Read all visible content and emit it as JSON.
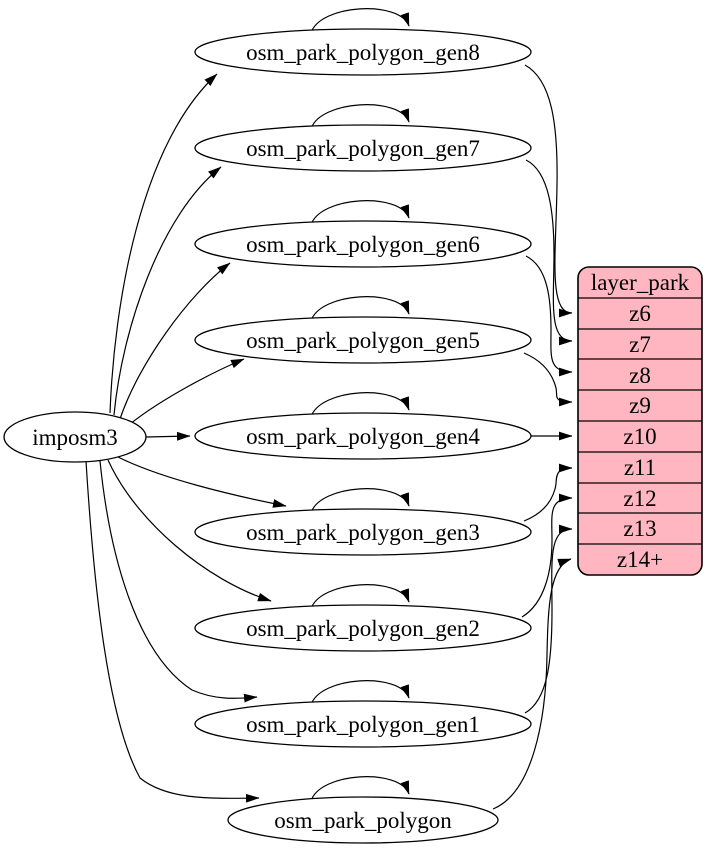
{
  "graph": {
    "source": {
      "label": "imposm3"
    },
    "tables": [
      {
        "label": "osm_park_polygon_gen8",
        "target_zoom": "z6"
      },
      {
        "label": "osm_park_polygon_gen7",
        "target_zoom": "z7"
      },
      {
        "label": "osm_park_polygon_gen6",
        "target_zoom": "z8"
      },
      {
        "label": "osm_park_polygon_gen5",
        "target_zoom": "z9"
      },
      {
        "label": "osm_park_polygon_gen4",
        "target_zoom": "z10"
      },
      {
        "label": "osm_park_polygon_gen3",
        "target_zoom": "z11"
      },
      {
        "label": "osm_park_polygon_gen2",
        "target_zoom": "z12"
      },
      {
        "label": "osm_park_polygon_gen1",
        "target_zoom": "z13"
      },
      {
        "label": "osm_park_polygon",
        "target_zoom": "z14+"
      }
    ],
    "layer": {
      "header": "layer_park",
      "rows": [
        "z6",
        "z7",
        "z8",
        "z9",
        "z10",
        "z11",
        "z12",
        "z13",
        "z14+"
      ],
      "fill": "#ffb6c1",
      "stroke": "#000000"
    },
    "edge_color": "#000000",
    "edges": [
      "imposm3->osm_park_polygon_gen8",
      "imposm3->osm_park_polygon_gen7",
      "imposm3->osm_park_polygon_gen6",
      "imposm3->osm_park_polygon_gen5",
      "imposm3->osm_park_polygon_gen4",
      "imposm3->osm_park_polygon_gen3",
      "imposm3->osm_park_polygon_gen2",
      "imposm3->osm_park_polygon_gen1",
      "imposm3->osm_park_polygon",
      "osm_park_polygon_gen8->osm_park_polygon_gen8",
      "osm_park_polygon_gen7->osm_park_polygon_gen7",
      "osm_park_polygon_gen6->osm_park_polygon_gen6",
      "osm_park_polygon_gen5->osm_park_polygon_gen5",
      "osm_park_polygon_gen4->osm_park_polygon_gen4",
      "osm_park_polygon_gen3->osm_park_polygon_gen3",
      "osm_park_polygon_gen2->osm_park_polygon_gen2",
      "osm_park_polygon_gen1->osm_park_polygon_gen1",
      "osm_park_polygon->osm_park_polygon",
      "osm_park_polygon_gen8->layer_park:z6",
      "osm_park_polygon_gen7->layer_park:z7",
      "osm_park_polygon_gen6->layer_park:z8",
      "osm_park_polygon_gen5->layer_park:z9",
      "osm_park_polygon_gen4->layer_park:z10",
      "osm_park_polygon_gen3->layer_park:z11",
      "osm_park_polygon_gen2->layer_park:z12",
      "osm_park_polygon_gen1->layer_park:z13",
      "osm_park_polygon->layer_park:z14+"
    ]
  }
}
